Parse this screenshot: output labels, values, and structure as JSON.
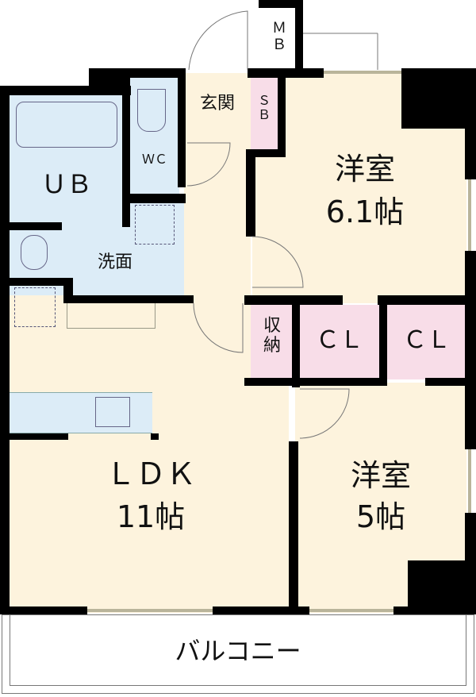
{
  "floor_plan": {
    "colors": {
      "living": "#fdf3dd",
      "wet": "#dcecf7",
      "storage": "#f8dde8",
      "wall": "#000000",
      "outside": "#ffffff"
    },
    "rooms": {
      "western_room_1": {
        "name": "洋室",
        "size": "6.1帖"
      },
      "western_room_2": {
        "name": "洋室",
        "size": "5帖"
      },
      "ldk": {
        "name": "ＬＤＫ",
        "size": "11帖"
      },
      "unit_bath": {
        "name": "ＵＢ"
      },
      "toilet": {
        "name": "ＷＣ"
      },
      "washroom": {
        "name": "洗面"
      },
      "entrance": {
        "name": "玄関"
      },
      "shoe_box": {
        "name": "Ｓ\nＢ"
      },
      "meter_box": {
        "name": "Ｍ\nＢ"
      },
      "storage": {
        "name": "収\n納"
      },
      "closet_1": {
        "name": "ＣＬ"
      },
      "closet_2": {
        "name": "ＣＬ"
      },
      "balcony": {
        "name": "バルコニー"
      }
    }
  }
}
